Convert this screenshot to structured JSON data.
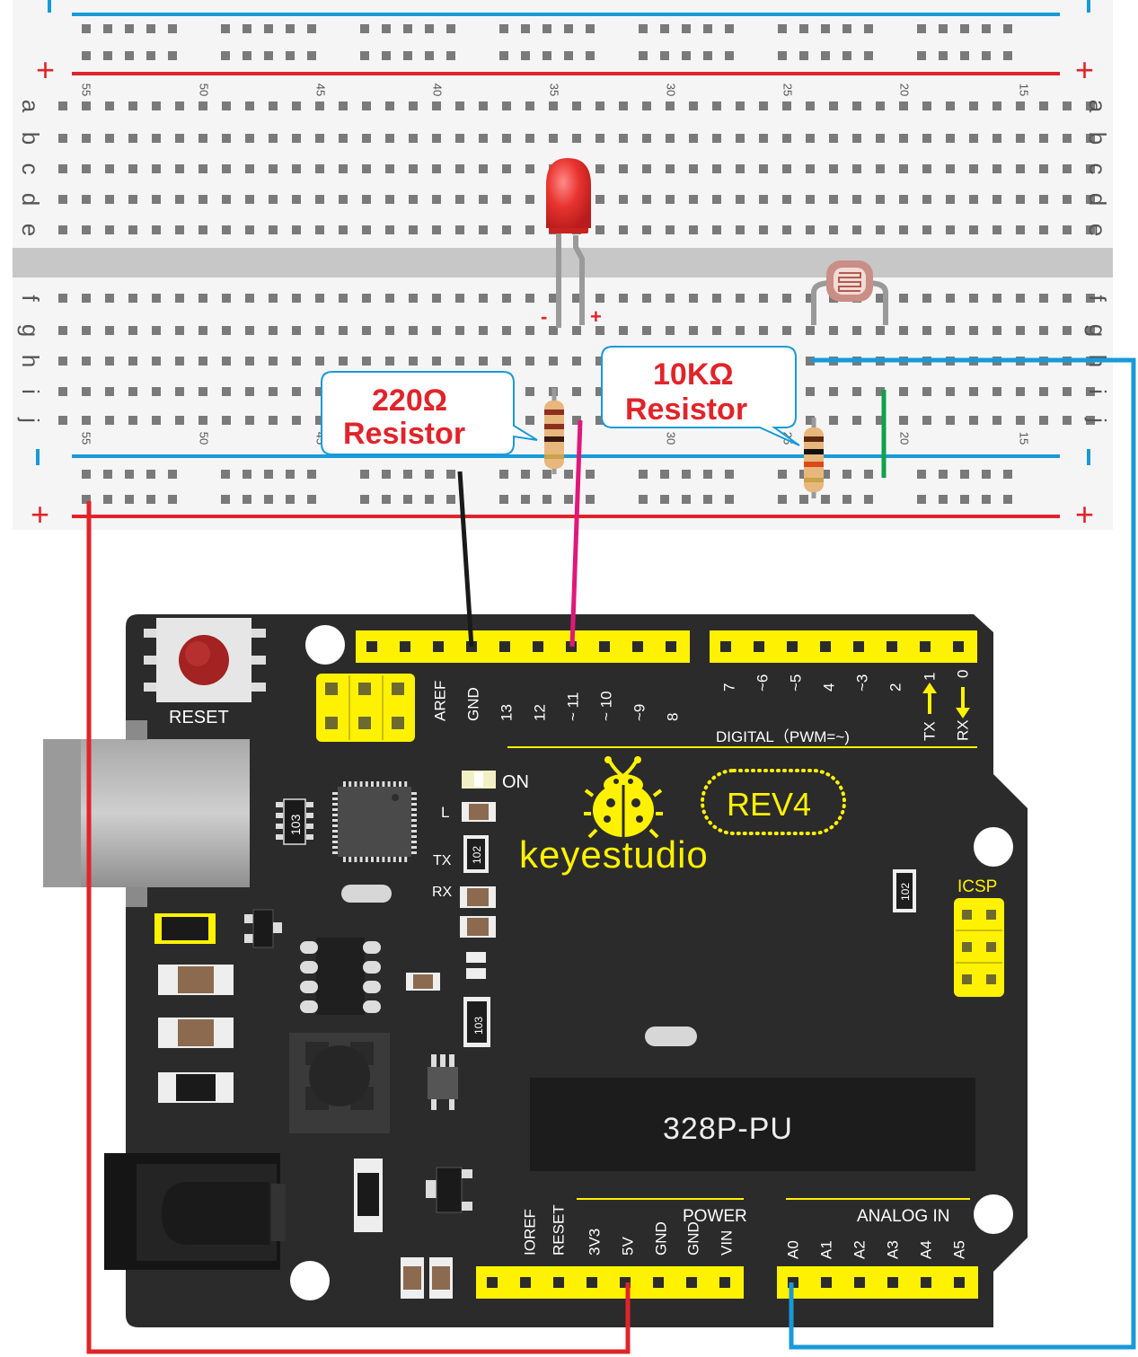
{
  "breadboard": {
    "row_letters": [
      "a",
      "b",
      "c",
      "d",
      "e",
      "f",
      "g",
      "h",
      "i",
      "j"
    ],
    "column_numbers": [
      "55",
      "50",
      "45",
      "40",
      "35",
      "30",
      "25",
      "20",
      "15"
    ],
    "rail_plus": "+",
    "rail_minus": "-"
  },
  "components": {
    "led": {
      "minus": "-",
      "plus": "+"
    },
    "callout_220": {
      "line1": "220Ω",
      "line2": "Resistor"
    },
    "callout_10k": {
      "line1": "10KΩ",
      "line2": "Resistor"
    }
  },
  "board": {
    "brand": "keyestudio",
    "model": "REV4",
    "chip": "328P-PU",
    "reset": "RESET",
    "on": "ON",
    "led_l": "L",
    "led_tx": "TX",
    "led_rx": "RX",
    "icsp": "ICSP",
    "digital_label": "DIGITAL（PWM=~)",
    "power_label": "POWER",
    "analog_label": "ANALOG  IN",
    "digital_pins_left": [
      "AREF",
      "GND",
      "13",
      "12",
      "~ 11",
      "~ 10",
      "~9",
      "8"
    ],
    "digital_pins_right": [
      "7",
      "~6",
      "~5",
      "4",
      "~3",
      "2",
      "TX 1",
      "RX 0"
    ],
    "power_pins": [
      "IOREF",
      "RESET",
      "3V3",
      "5V",
      "GND",
      "GND",
      "VIN"
    ],
    "analog_pins": [
      "A0",
      "A1",
      "A2",
      "A3",
      "A4",
      "A5"
    ],
    "smd_codes": [
      "103",
      "102",
      "102",
      "103"
    ]
  },
  "colors": {
    "rail_red": "#e0242a",
    "rail_blue": "#189ad8",
    "board": "#2b2b2b",
    "header": "#fff200",
    "wire_black": "#1a1a1a",
    "wire_magenta": "#e0187a",
    "wire_red": "#e0242a",
    "wire_blue": "#189ad8",
    "wire_green": "#13a04a"
  }
}
